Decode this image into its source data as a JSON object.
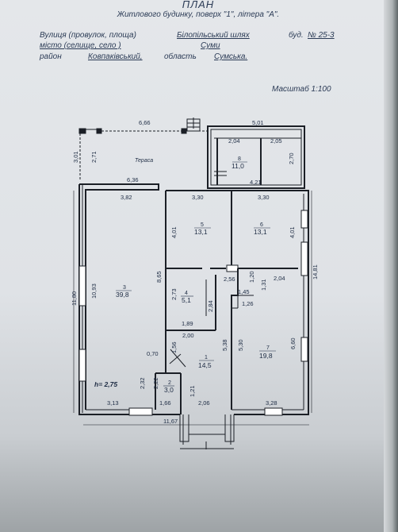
{
  "header": {
    "title": "ПЛАН",
    "subtitle": "Житлового будинку, поверх \"1\", літера \"А\".",
    "street_label": "Вулиця (провулок, площа)",
    "street_value": "Білопільський шлях",
    "house_label": "буд.",
    "house_value": "№ 25-3",
    "city_label": "місто (селище, село )",
    "city_value": "Суми",
    "district_label": "район",
    "district_value": "Ковпаківський,",
    "region_label": "область",
    "region_value": "Сумська.",
    "scale": "Масштаб 1:100"
  },
  "terrace_label": "Тераса",
  "height_label": "h= 2,75",
  "rooms": [
    {
      "number": "8",
      "area": "11,0"
    },
    {
      "number": "5",
      "area": "13,1"
    },
    {
      "number": "6",
      "area": "13,1"
    },
    {
      "number": "3",
      "area": "39,8"
    },
    {
      "number": "4",
      "area": "5,1"
    },
    {
      "number": "7",
      "area": "19,8"
    },
    {
      "number": "1",
      "area": "14,5"
    },
    {
      "number": "2",
      "area": "3,0"
    }
  ],
  "dimensions": {
    "terrace_width": "6,66",
    "block8_width": "5,01",
    "terrace_outer_depth": "3,01",
    "terrace_inner_depth": "2,71",
    "block8_left": "2,04",
    "block8_right": "2,05",
    "block8_depth": "2,70",
    "block8_inner_width": "4,21",
    "row_636": "6,36",
    "room3_width": "3,82",
    "room5_width": "3,30",
    "room6_width": "3,30",
    "room5_depth": "4,01",
    "room6_depth": "4,01",
    "total_depth_left": "11,80",
    "room3_depth": "10,93",
    "room3_mid": "8,65",
    "total_depth_right": "14,81",
    "room4_depth": "2,73",
    "room4_inner": "2,84",
    "room4_width": "1,89",
    "corr_256": "2,56",
    "corr_120": "1,20",
    "corr_131": "1,31",
    "room7_top": "2,04",
    "step_145": "1,45",
    "step_126": "1,26",
    "room1_top": "2,00",
    "room1_depth_a": "5,38",
    "room1_depth_b": "5,30",
    "room7_depth": "6,60",
    "room2_top": "0,70",
    "room2_side": "1,56",
    "room2_depth_a": "2,32",
    "room2_depth_b": "2,22",
    "door_121": "1,21",
    "bottom_313": "3,13",
    "bottom_166": "1,66",
    "bottom_206": "2,06",
    "bottom_328": "3,28",
    "total_width": "11,67"
  }
}
